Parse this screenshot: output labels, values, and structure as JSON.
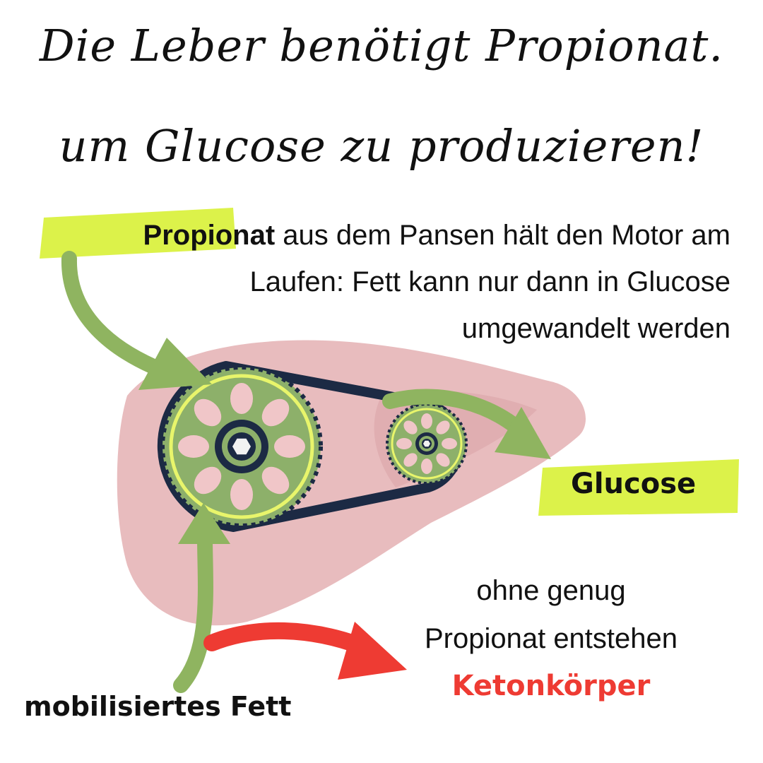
{
  "title": {
    "line1": "Die Leber benötigt Propionat.",
    "line2": "um Glucose zu produzieren!"
  },
  "intro": {
    "highlight": "Propionat",
    "line1_rest": " aus dem Pansen hält den Motor am",
    "line2": "Laufen: Fett kann nur dann in Glucose",
    "line3": "umgewandelt werden"
  },
  "labels": {
    "glucose": "Glucose",
    "fett": "mobilisiertes Fett",
    "note_line1": "ohne genug",
    "note_line2": "Propionat entstehen",
    "ketone": "Ketonkörper"
  },
  "colors": {
    "liver": "#e6b6b8",
    "gear": "#8db06a",
    "gear_ring": "#e8f56b",
    "belt": "#1c2a44",
    "highlighter": "#dcf24a",
    "arrow_green": "#8fb460",
    "arrow_red": "#ee3b33",
    "ketone_text": "#ee3b33"
  },
  "icons": [
    "large-gear-icon",
    "small-gear-icon",
    "hex-nut-icon"
  ]
}
